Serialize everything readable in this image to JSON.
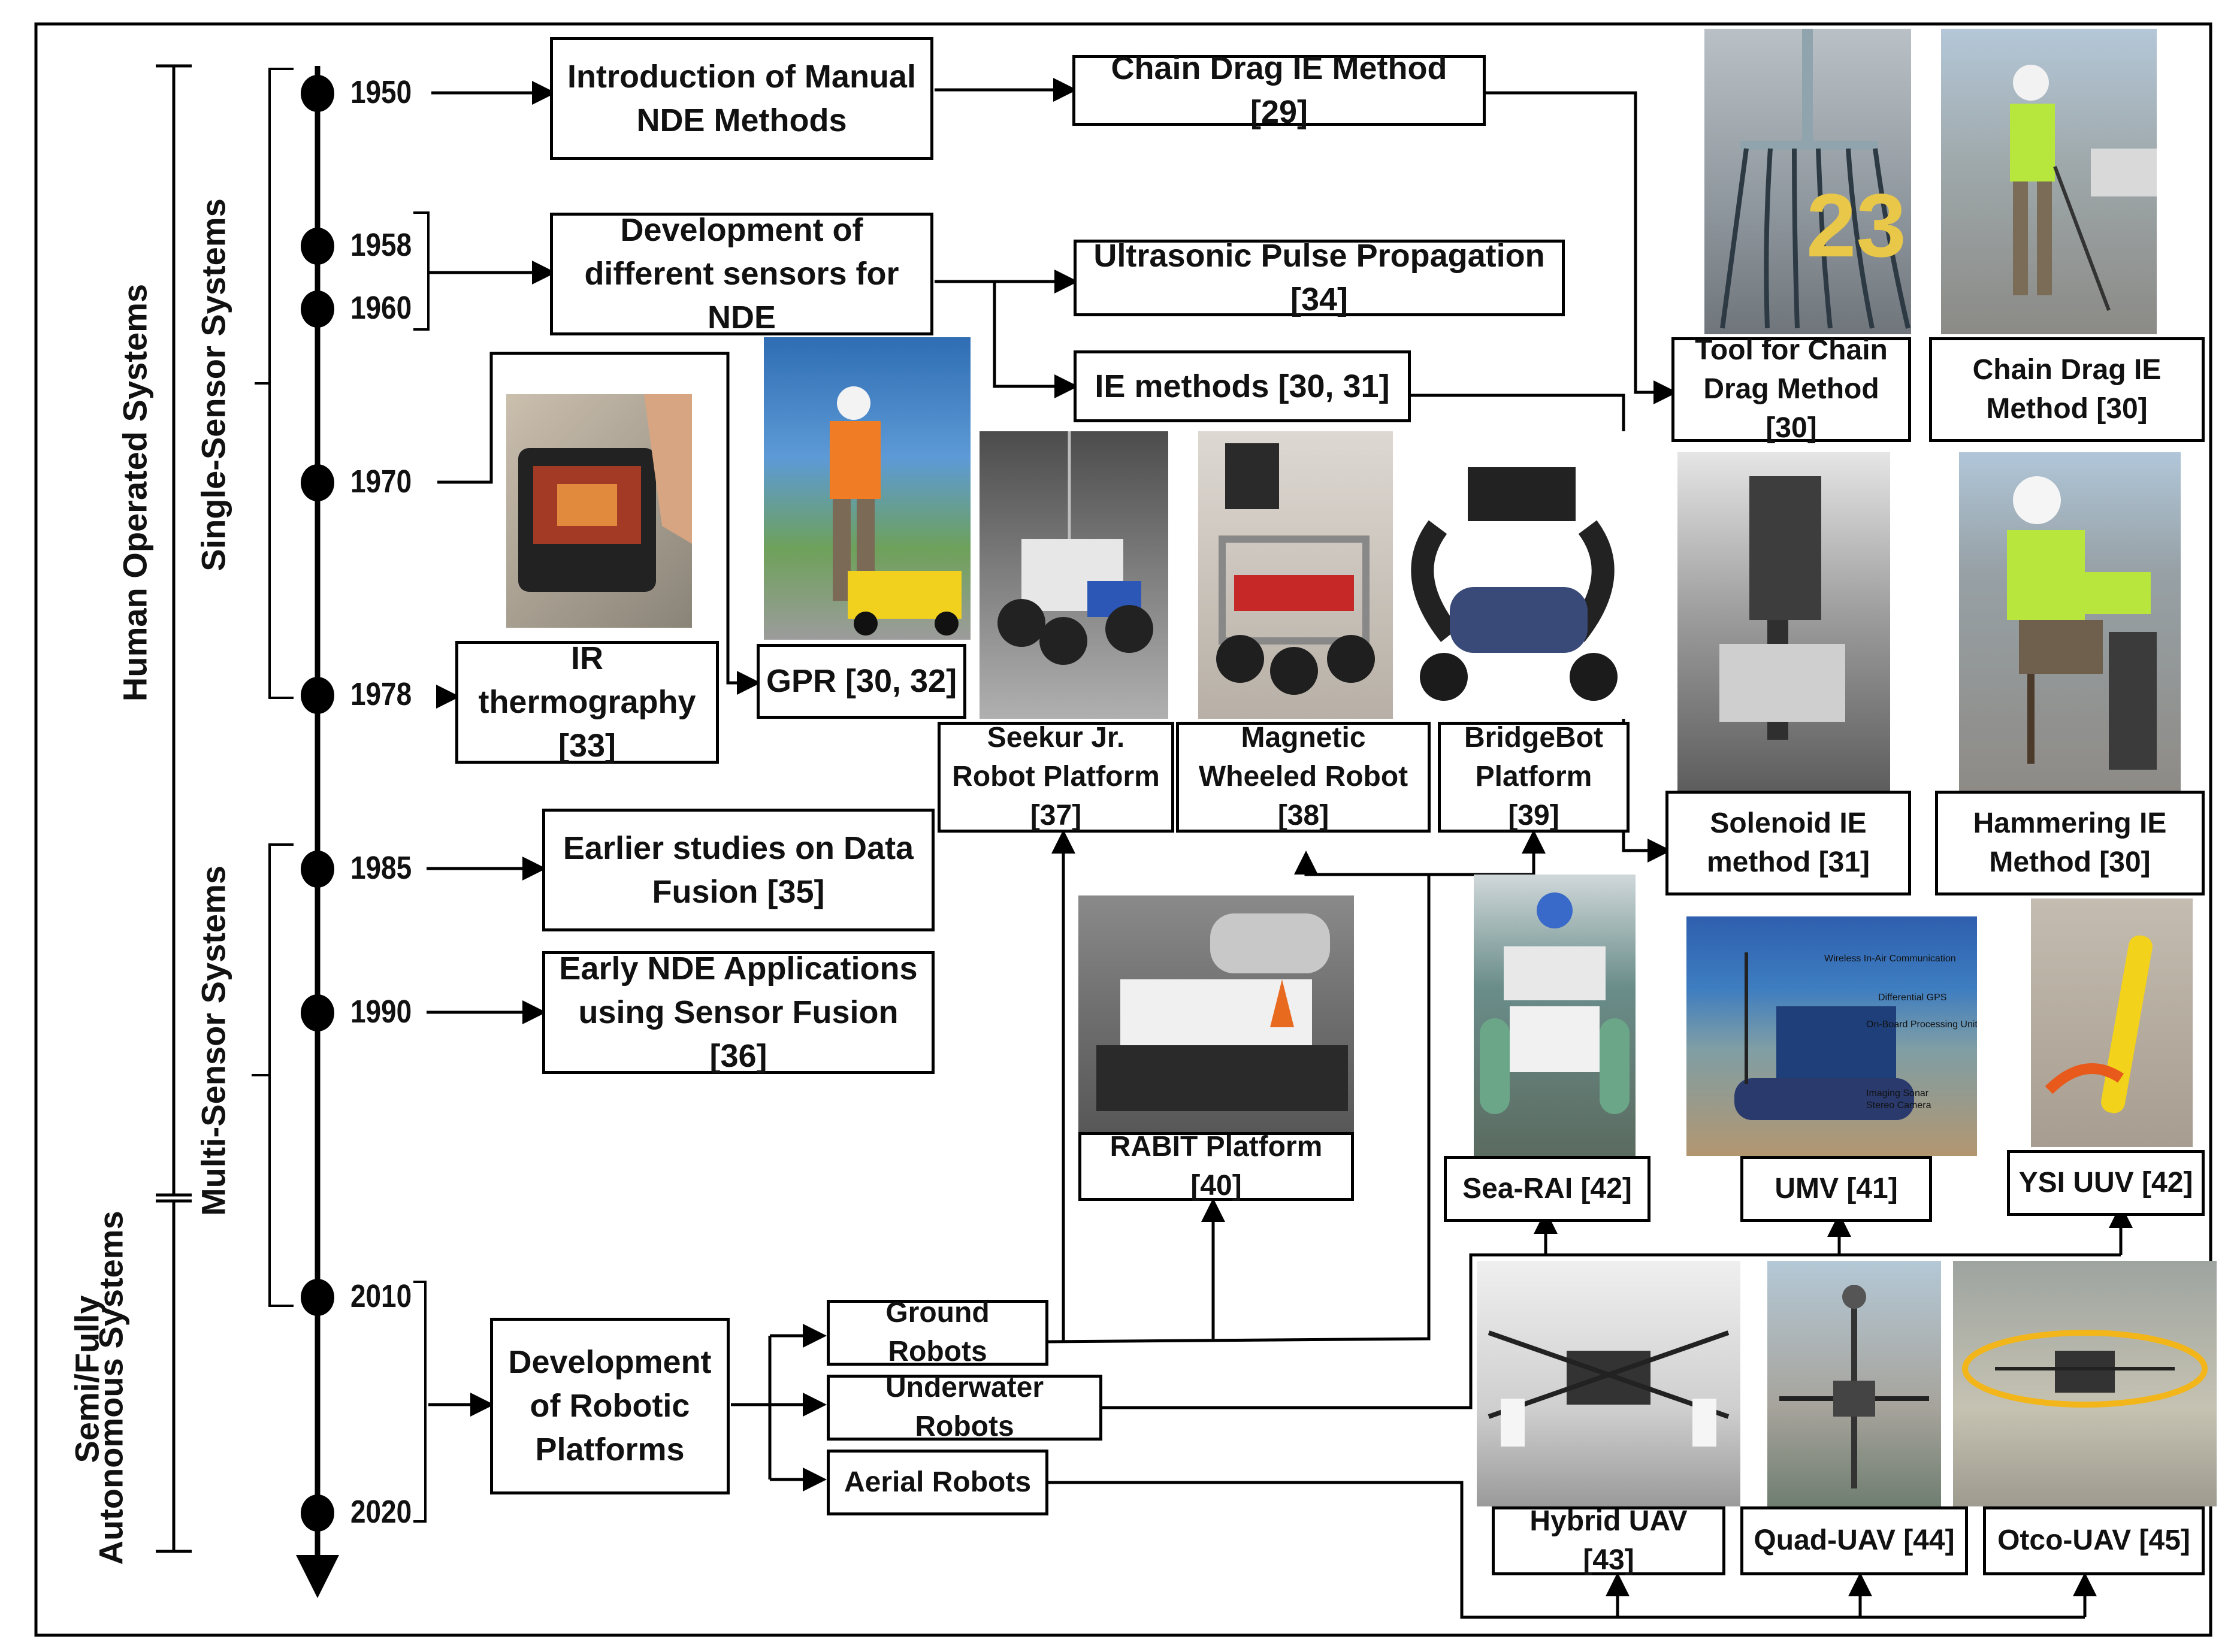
{
  "categories": {
    "human_operated": "Human Operated Systems",
    "single_sensor": "Single-Sensor Systems",
    "multi_sensor": "Multi-Sensor Systems",
    "semi_fully_autonomous_line1": "Semi/Fully",
    "semi_fully_autonomous_line2": "Autonomous Systems"
  },
  "years": [
    "1950",
    "1958",
    "1960",
    "1970",
    "1978",
    "1985",
    "1990",
    "2010",
    "2020"
  ],
  "boxes": {
    "manual_nde": "Introduction of Manual NDE Methods",
    "chain_drag": "Chain Drag IE Method [29]",
    "diff_sensors": "Development of different sensors for NDE",
    "ultrasonic": "Ultrasonic Pulse Propagation [34]",
    "ie_methods": "IE methods [30, 31]",
    "ir_thermo": "IR thermography [33]",
    "gpr": "GPR [30, 32]",
    "data_fusion": "Earlier studies on Data Fusion [35]",
    "early_nde_apps": "Early NDE Applications using Sensor Fusion [36]",
    "dev_robotic": "Development of Robotic Platforms",
    "ground_robots": "Ground Robots",
    "underwater_robots": "Underwater Robots",
    "aerial_robots": "Aerial Robots"
  },
  "captions": {
    "tool_chain_drag": "Tool for Chain Drag Method [30]",
    "chain_drag_ie": "Chain Drag IE Method [30]",
    "solenoid_ie": "Solenoid IE method [31]",
    "hammering_ie": "Hammering IE Method [30]",
    "seekur": "Seekur Jr. Robot Platform [37]",
    "magnetic": "Magnetic Wheeled Robot [38]",
    "bridgebot": "BridgeBot Platform [39]",
    "rabit": "RABIT Platform [40]",
    "sea_rai": "Sea-RAI [42]",
    "umv": "UMV [41]",
    "ysi_uuv": "YSI UUV [42]",
    "hybrid_uav": "Hybrid UAV [43]",
    "quad_uav": "Quad-UAV [44]",
    "otco_uav": "Otco-UAV [45]"
  },
  "photo_text": {
    "chain_number": "23",
    "umv_wireless": "Wireless In-Air Communication",
    "umv_gps": "Differential GPS",
    "umv_onboard": "On-Board Processing Unit",
    "umv_sonar": "Imaging Sonar",
    "umv_camera": "Stereo Camera"
  }
}
